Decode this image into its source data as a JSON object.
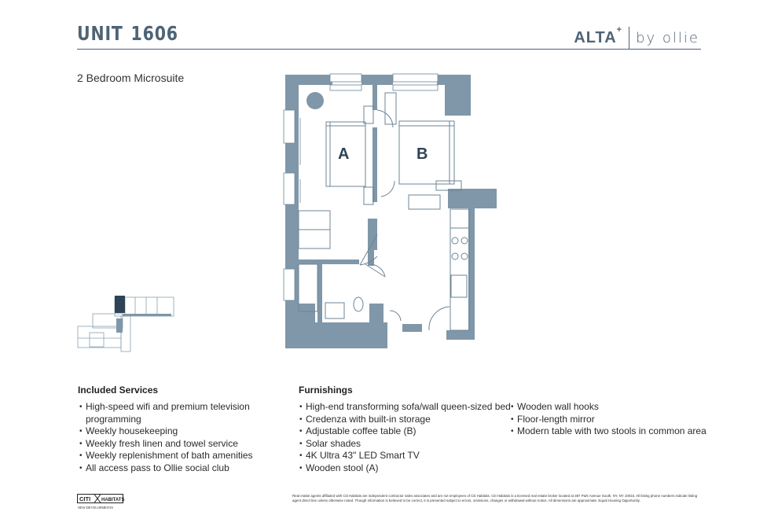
{
  "header": {
    "unit_label": "UNIT",
    "unit_number": "1606",
    "brand_name": "ALTA",
    "brand_superscript": "+",
    "brand_by": "by ollie",
    "accent_color": "#4e6476"
  },
  "plan": {
    "subtitle": "2 Bedroom Microsuite",
    "room_a_label": "A",
    "room_b_label": "B",
    "wall_color": "#7f97a8",
    "highlight_color": "#2e4356"
  },
  "services": {
    "heading": "Included Services",
    "items": [
      "High-speed wifi and premium television programming",
      "Weekly housekeeping",
      "Weekly fresh linen and towel service",
      "Weekly replenishment of bath amenities",
      "All access pass to Ollie social club"
    ]
  },
  "furnishings": {
    "heading": "Furnishings",
    "column1": [
      "High-end transforming sofa/wall queen-sized bed",
      "Credenza with built-in storage",
      "Adjustable coffee table (B)",
      "Solar shades",
      "4K Ultra 43\" LED Smart TV",
      "Wooden stool (A)"
    ],
    "column2": [
      "Wooden wall hooks",
      "Floor-length mirror",
      "Modern table with two stools in common area"
    ]
  },
  "footer": {
    "logo_text_left": "CITI",
    "logo_text_right": "HABITATS",
    "logo_subtext": "NEW DEVELOPMENTS",
    "disclaimer": "Real estate agents affiliated with Citi Habitats are independent contractor sales associates and are not employees of Citi Habitats. Citi Habitats is a licensed real estate broker located at 387 Park Avenue South, NY, NY 10016. All listing phone numbers indicate listing agent direct line unless otherwise noted. Though information is believed to be correct, it is presented subject to errors, omissions, changes or withdrawal without notice. All dimensions are approximate. Equal Housing Opportunity."
  }
}
